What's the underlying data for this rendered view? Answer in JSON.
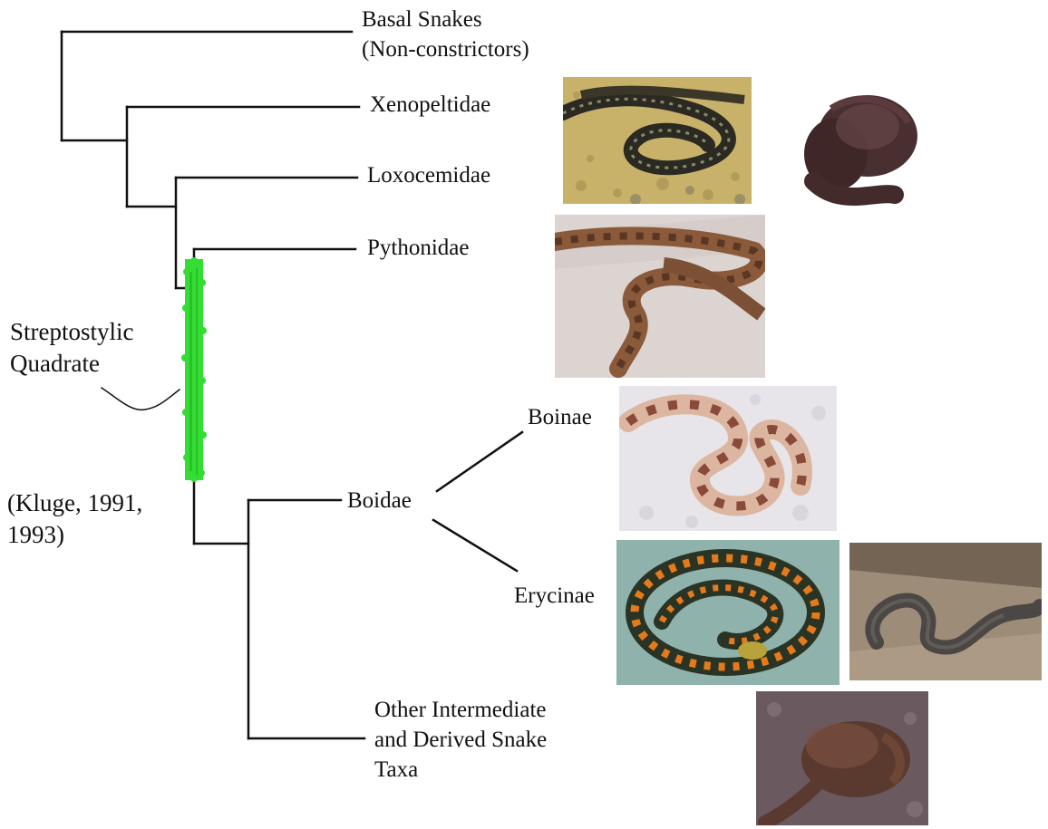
{
  "taxa": {
    "basal_snakes": [
      "Basal Snakes",
      "(Non-constrictors)"
    ],
    "xenopeltidae": "Xenopeltidae",
    "loxocemidae": "Loxocemidae",
    "pythonidae": "Pythonidae",
    "boidae": "Boidae",
    "boinae": "Boinae",
    "erycinae": "Erycinae",
    "other_taxa": [
      "Other Intermediate",
      "and Derived Snake",
      "Taxa"
    ]
  },
  "annotation": {
    "character": [
      "Streptostylic",
      "Quadrate"
    ],
    "citation": [
      "(Kluge, 1991,",
      "1993)"
    ]
  },
  "photos": [
    {
      "name": "xenopeltis-photo",
      "subject": "sunbeam snake on gravel",
      "background": "#c9b56a",
      "snake": "#2b2a22",
      "pattern": "#9a8f5e"
    },
    {
      "name": "loxocemus-photo",
      "subject": "dark coiled snake on white",
      "background": "#ffffff",
      "snake": "#4a2f30",
      "pattern": "#6d4b4a"
    },
    {
      "name": "python-photo",
      "subject": "brown blotched python on sheet",
      "background": "#ddd6d3",
      "snake": "#8a5a3a",
      "pattern": "#5a3624"
    },
    {
      "name": "boinae-photo",
      "subject": "pale boa with saddles on white cloth",
      "background": "#e8e6ea",
      "snake": "#dcb6a0",
      "pattern": "#8a4a3a"
    },
    {
      "name": "erycinae-orange-photo",
      "subject": "black and orange sand boa",
      "background": "#8fb3ae",
      "snake": "#2a3424",
      "pattern": "#e57a1c"
    },
    {
      "name": "erycinae-gray-photo",
      "subject": "gray sand boa on rock",
      "background": "#9a8a78",
      "snake": "#4b4744",
      "pattern": "#6b6560"
    },
    {
      "name": "other-taxa-photo",
      "subject": "dark brown snake coiled",
      "background": "#6a5a60",
      "snake": "#5a3a2e",
      "pattern": "#7a5040"
    }
  ],
  "colors": {
    "branch": "#111111",
    "character_bar": "#33dd33"
  }
}
